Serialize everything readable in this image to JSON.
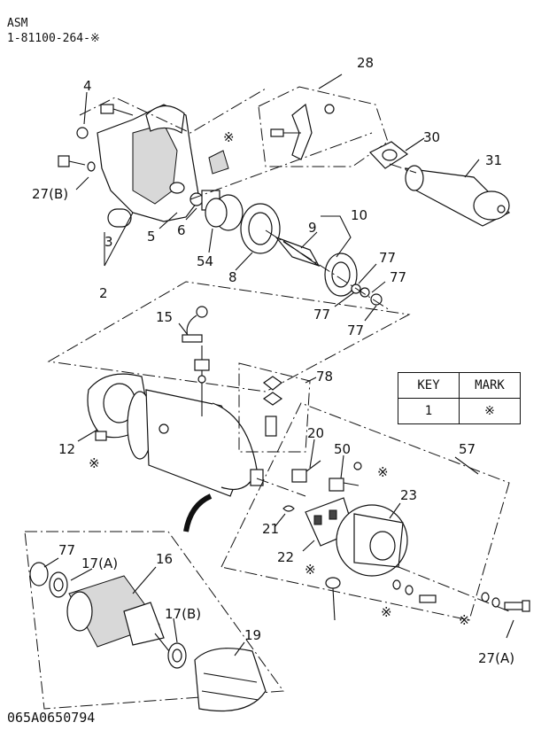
{
  "header": {
    "line1": "ASM",
    "line2": "1-81100-264-※"
  },
  "footer": {
    "code": "065A0650794"
  },
  "key_table": {
    "col1": "KEY",
    "col2": "MARK",
    "key_value": "1",
    "mark_value": "※"
  },
  "labels": {
    "l28": "28",
    "l4": "4",
    "l30": "30",
    "l31": "31",
    "star_a": "※",
    "l27b": "27(B)",
    "l3": "3",
    "l5": "5",
    "l6": "6",
    "l54": "54",
    "l8": "8",
    "l9": "9",
    "l10": "10",
    "l2": "2",
    "l77a": "77",
    "l77b": "77",
    "l77c": "77",
    "l77d": "77",
    "l15": "15",
    "l78": "78",
    "l12": "12",
    "star_b": "※",
    "l20": "20",
    "l50": "50",
    "l57": "57",
    "star_c": "※",
    "l23": "23",
    "l21": "21",
    "l22": "22",
    "star_d": "※",
    "star_e": "※",
    "star_f": "※",
    "l27a": "27(A)",
    "l77e": "77",
    "l17a": "17(A)",
    "l16": "16",
    "l17b": "17(B)",
    "l19": "19"
  }
}
